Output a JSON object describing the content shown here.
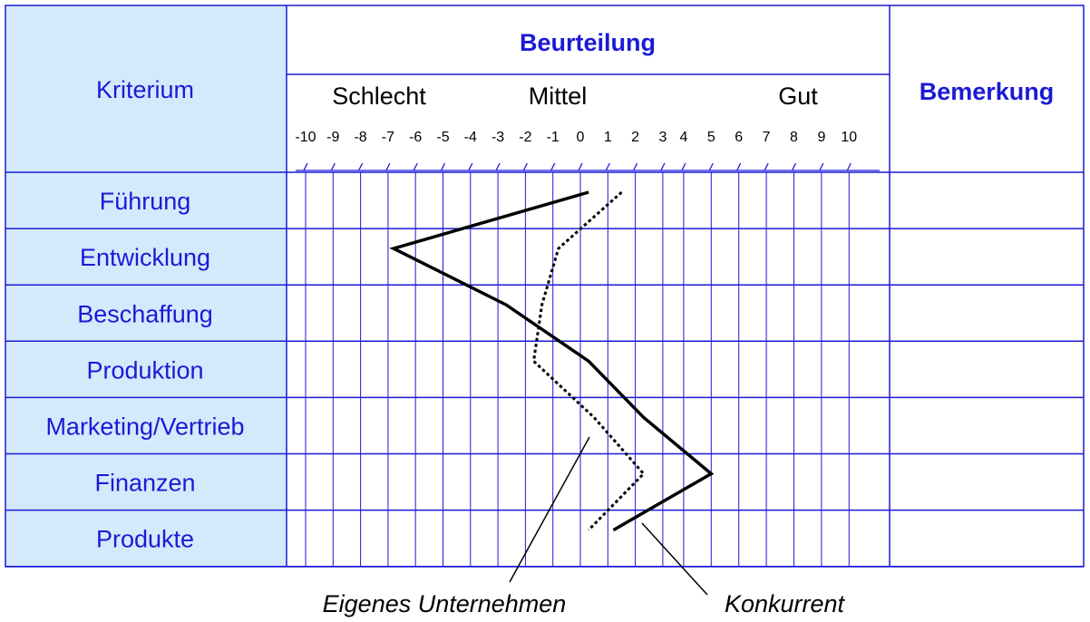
{
  "table": {
    "criterion_header": "Kriterium",
    "rating_header": "Beurteilung",
    "remark_header": "Bemerkung",
    "scale_words": [
      "Schlecht",
      "Mittel",
      "Gut"
    ],
    "scale_ticks": [
      "-10",
      "-9",
      "-8",
      "-7",
      "-6",
      "-5",
      "-4",
      "-3",
      "-2",
      "-1",
      "0",
      "1",
      "2",
      "3",
      "4",
      "5",
      "6",
      "7",
      "8",
      "9",
      "10"
    ],
    "criteria": [
      "Führung",
      "Entwicklung",
      "Beschaffung",
      "Produktion",
      "Marketing/Vertrieb",
      "Finanzen",
      "Produkte"
    ],
    "remarks": [
      "",
      "",
      "",
      "",
      "",
      "",
      ""
    ]
  },
  "colors": {
    "grid": "#1a1ad6",
    "label_fill": "#d4e9fb",
    "text_blue": "#1a1ad6",
    "line": "#000000"
  },
  "chart_data": {
    "type": "line",
    "x_range": [
      -10,
      10
    ],
    "categories": [
      "Führung",
      "Entwicklung",
      "Beschaffung",
      "Produktion",
      "Marketing/Vertrieb",
      "Finanzen",
      "Produkte"
    ],
    "series": [
      {
        "name": "Eigenes Unternehmen",
        "style": "dotted",
        "values": [
          1.5,
          -0.8,
          -1.4,
          -1.7,
          0.5,
          2.3,
          0.3
        ]
      },
      {
        "name": "Konkurrent",
        "style": "solid",
        "values": [
          0.3,
          -6.8,
          -2.7,
          0.3,
          2.3,
          5.0,
          1.2
        ]
      }
    ]
  }
}
